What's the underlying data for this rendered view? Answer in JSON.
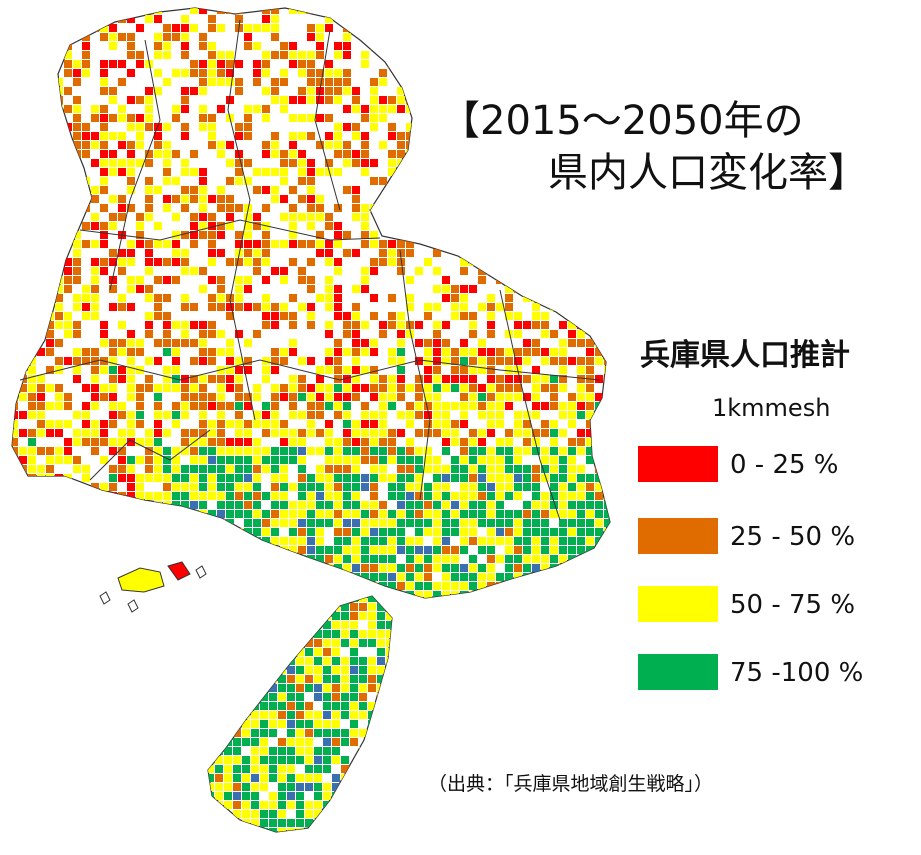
{
  "title": {
    "line1": "【2015～2050年の",
    "line2": "県内人口変化率】"
  },
  "legend": {
    "title": "兵庫県人口推計",
    "subtitle": "1kmmesh",
    "items": [
      {
        "label": "0 - 25 %",
        "color": "#ff0000",
        "min": 0,
        "max": 25
      },
      {
        "label": "25 - 50 %",
        "color": "#e06c00",
        "min": 25,
        "max": 50
      },
      {
        "label": "50 - 75 %",
        "color": "#ffff00",
        "min": 50,
        "max": 75
      },
      {
        "label": "75 -100 %",
        "color": "#00b050",
        "min": 75,
        "max": 100
      }
    ]
  },
  "source": "（出典：「兵庫県地域創生戦略」）",
  "map": {
    "water_color": "#3a6fb0",
    "boundary_color": "#333333"
  }
}
